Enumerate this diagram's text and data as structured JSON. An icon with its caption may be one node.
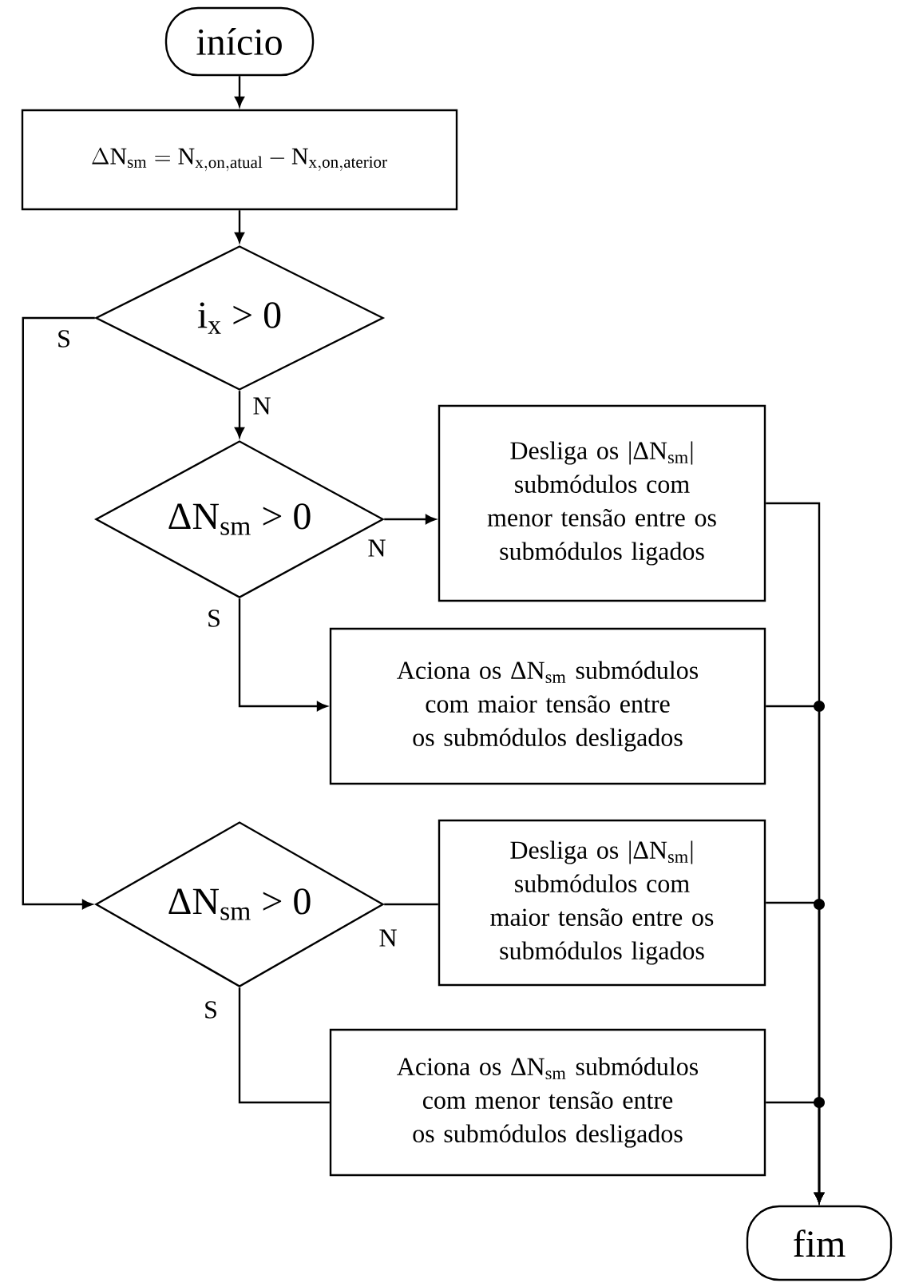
{
  "diagram": {
    "nodes": [
      {
        "text": [
          "início"
        ]
      },
      {
        "text": [
          "\\Delta\\mathrm{N}_{\\mathrm{sm}}=\\mathrm{N}_{\\mathrm{x,on,atual}}-\\mathrm{N}_{\\mathrm{x,on,aterior}}"
        ]
      },
      {
        "text": [
          "i$_{x}$ > 0"
        ]
      },
      {
        "text": [
          "ΔN$_{sm}$ > 0"
        ]
      },
      {
        "text": [
          "Desliga os |ΔN$_{sm}$| submódulos com menor tensão entre os submódulos ligados"
        ]
      },
      {
        "text": [
          "Aciona os ΔN$_{sm}$ submódulos com maior tensão entre os submódulos desligados"
        ]
      },
      {
        "text": [
          "ΔN$_{sm}$ > 0"
        ]
      },
      {
        "text": [
          "Desliga os |ΔN$_{sm}$| submódulos com maior tensão entre os submódulos ligados"
        ]
      },
      {
        "text": [
          "Aciona os ΔN$_{sm}$ submódulos com menor tensão entre os submódulos desligados"
        ]
      },
      {
        "text": [
          "fim"
        ]
      }
    ],
    "edges": [
      {
        "from": 0,
        "to": 1,
        "arrow": "to"
      },
      {
        "from": 1,
        "to": 2,
        "arrow": "to"
      },
      {
        "from": 2,
        "to": 3,
        "arrow": "to",
        "label": "N"
      },
      {
        "from": 2,
        "to": 6,
        "arrow": "to",
        "label": "S"
      },
      {
        "from": 3,
        "to": 4,
        "arrow": "to",
        "label": "N"
      },
      {
        "from": 3,
        "to": 5,
        "arrow": "to",
        "label": "S"
      },
      {
        "from": 6,
        "to": 7,
        "arrow": "none",
        "label": "N"
      },
      {
        "from": 6,
        "to": 8,
        "arrow": "none",
        "label": "S"
      },
      {
        "from": 4,
        "to": 9,
        "arrow": "to"
      },
      {
        "from": 5,
        "to": 9,
        "arrow": "to"
      },
      {
        "from": 7,
        "to": 9,
        "arrow": "to"
      },
      {
        "from": 8,
        "to": 9,
        "arrow": "to"
      }
    ]
  }
}
